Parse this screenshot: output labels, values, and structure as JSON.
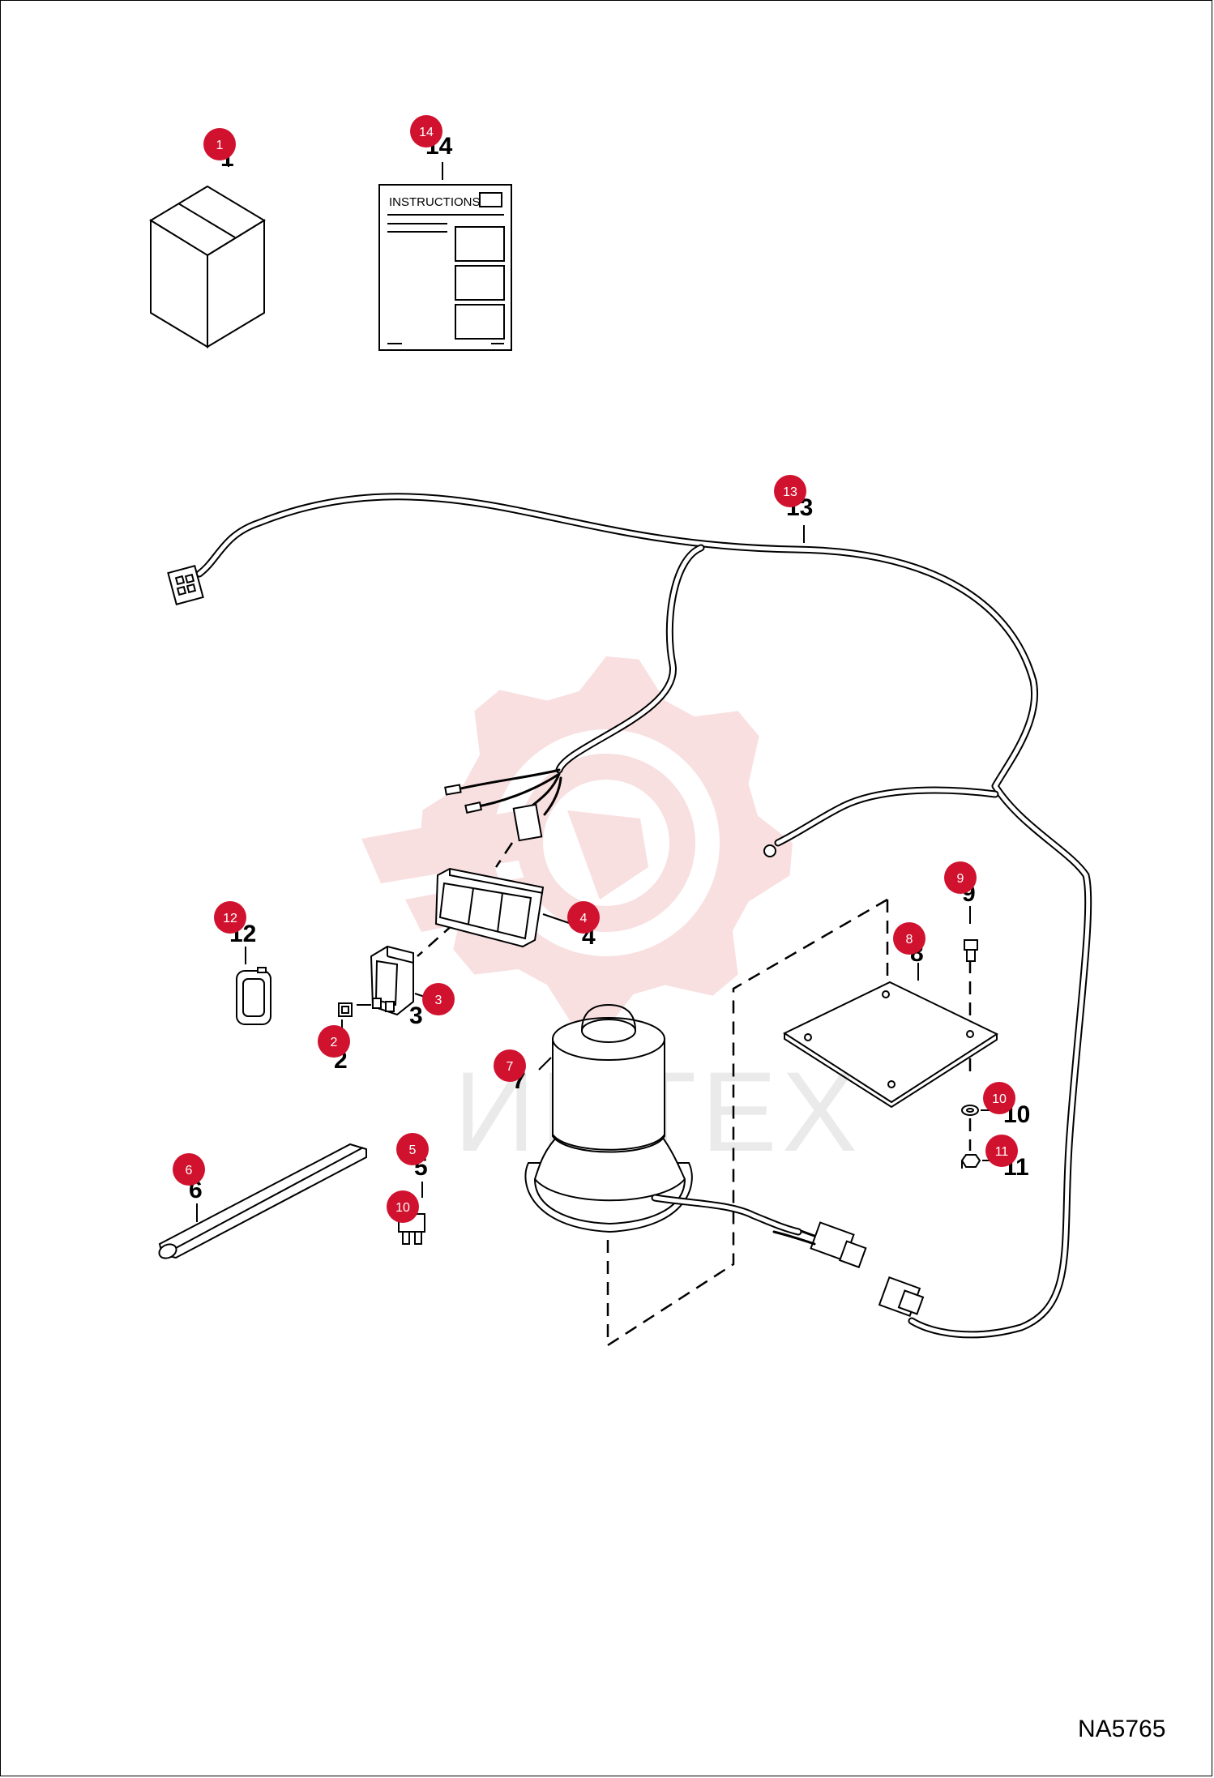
{
  "watermark": {
    "text": "ИНТЕХ",
    "color": "#f4c5c7"
  },
  "drawing_code": "NA5765",
  "instructions_label": "INSTRUCTIONS",
  "bubble_color": "#d0122f",
  "parts": [
    {
      "id": "p1",
      "number": "1",
      "bubble": "1",
      "icon": "box-icon"
    },
    {
      "id": "p14",
      "number": "14",
      "bubble": "14",
      "icon": "manual-icon"
    },
    {
      "id": "p13",
      "number": "13",
      "bubble": "13",
      "icon": "wire-harness-icon"
    },
    {
      "id": "p9",
      "number": "9",
      "bubble": "9",
      "icon": "bolt-icon"
    },
    {
      "id": "p8",
      "number": "8",
      "bubble": "8",
      "icon": "mounting-plate-icon"
    },
    {
      "id": "p12",
      "number": "12",
      "bubble": "12",
      "icon": "decal-icon"
    },
    {
      "id": "p4",
      "number": "4",
      "bubble": "4",
      "icon": "switch-panel-icon"
    },
    {
      "id": "p3",
      "number": "3",
      "bubble": "3",
      "icon": "rocker-switch-icon"
    },
    {
      "id": "p2",
      "number": "2",
      "bubble": "2",
      "icon": "switch-insert-icon"
    },
    {
      "id": "p7",
      "number": "7",
      "bubble": "7",
      "icon": "beacon-light-icon"
    },
    {
      "id": "p10a",
      "number": "10",
      "bubble": "10",
      "icon": "washer-icon"
    },
    {
      "id": "p11",
      "number": "11",
      "bubble": "11",
      "icon": "nut-icon"
    },
    {
      "id": "p6",
      "number": "6",
      "bubble": "6",
      "icon": "tube-icon"
    },
    {
      "id": "p5",
      "number": "5",
      "bubble": "5",
      "icon": "fuse-icon"
    },
    {
      "id": "p10b",
      "bubble": "10",
      "icon": "fuse-icon"
    }
  ]
}
